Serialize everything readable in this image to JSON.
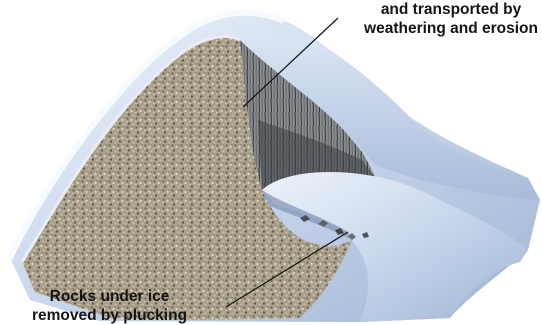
{
  "labels": {
    "top": {
      "line1": "and transported by",
      "line2": "weathering and erosion"
    },
    "bottom": {
      "line1": "Rocks under ice",
      "line2": "removed by plucking"
    }
  }
}
